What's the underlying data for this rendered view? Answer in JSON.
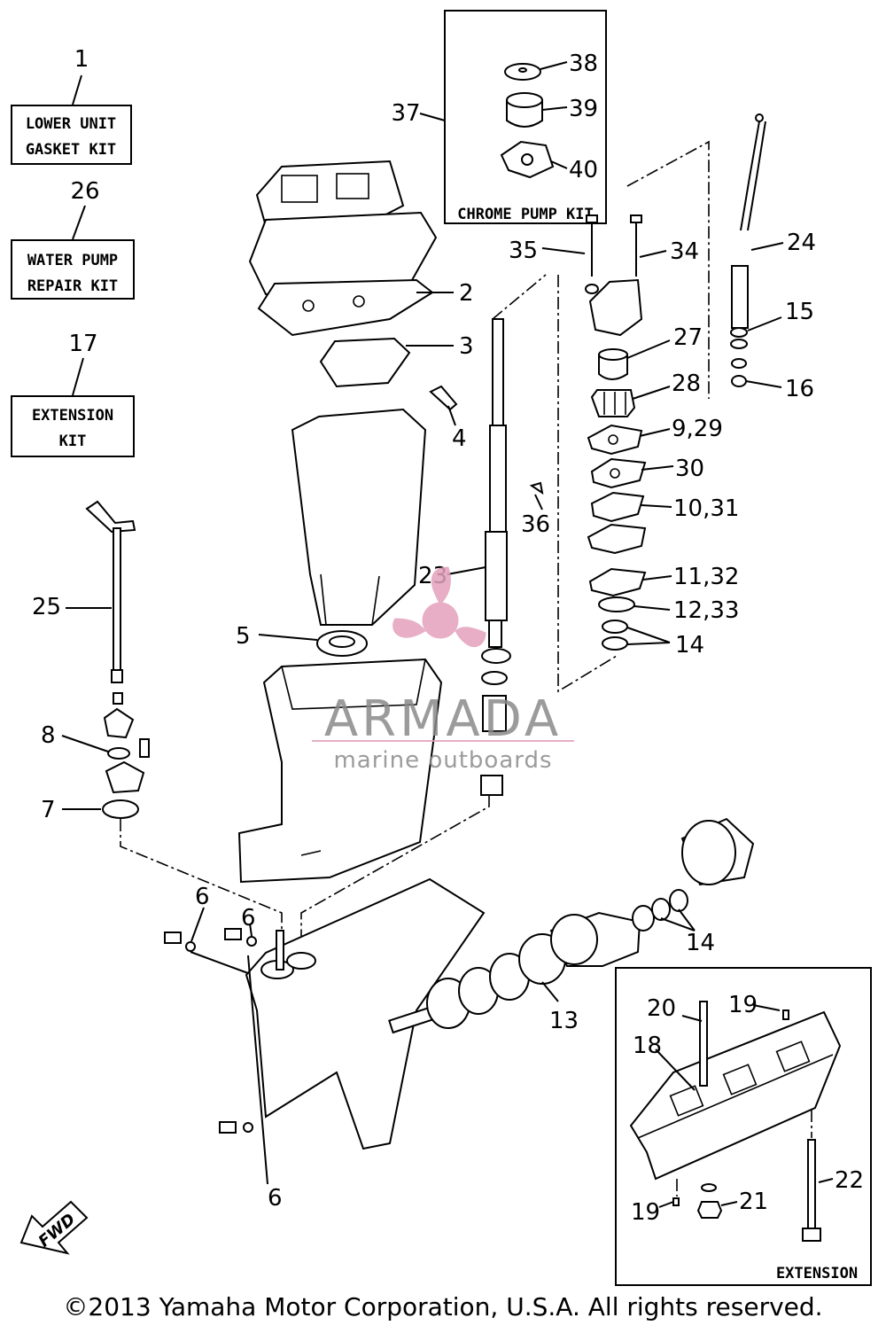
{
  "kits": {
    "k1": {
      "num": "1",
      "line1": "LOWER UNIT",
      "line2": "GASKET KIT"
    },
    "k26": {
      "num": "26",
      "line1": "WATER PUMP",
      "line2": "REPAIR KIT"
    },
    "k17": {
      "num": "17",
      "line1": "EXTENSION",
      "line2": "KIT"
    },
    "chrome": {
      "title": "CHROME PUMP KIT",
      "num": "37"
    },
    "extension": {
      "title": "EXTENSION"
    }
  },
  "callouts": {
    "c2": "2",
    "c3": "3",
    "c4": "4",
    "c5": "5",
    "c6a": "6",
    "c6b": "6",
    "c6c": "6",
    "c7": "7",
    "c8": "8",
    "c13": "13",
    "c14a": "14",
    "c14b": "14",
    "c15": "15",
    "c16": "16",
    "c18": "18",
    "c19a": "19",
    "c19b": "19",
    "c20": "20",
    "c21": "21",
    "c22": "22",
    "c23": "23",
    "c24": "24",
    "c25": "25",
    "c27": "27",
    "c28": "28",
    "c9_29": "9,29",
    "c30": "30",
    "c10_31": "10,31",
    "c11_32": "11,32",
    "c12_33": "12,33",
    "c34": "34",
    "c35": "35",
    "c36": "36",
    "c38": "38",
    "c39": "39",
    "c40": "40"
  },
  "watermark": {
    "brand": "ARMADA",
    "tagline": "marine outboards",
    "color": "#e3a1bd"
  },
  "fwd": "FWD",
  "footer": "©2013 Yamaha Motor Corporation, U.S.A. All rights reserved."
}
